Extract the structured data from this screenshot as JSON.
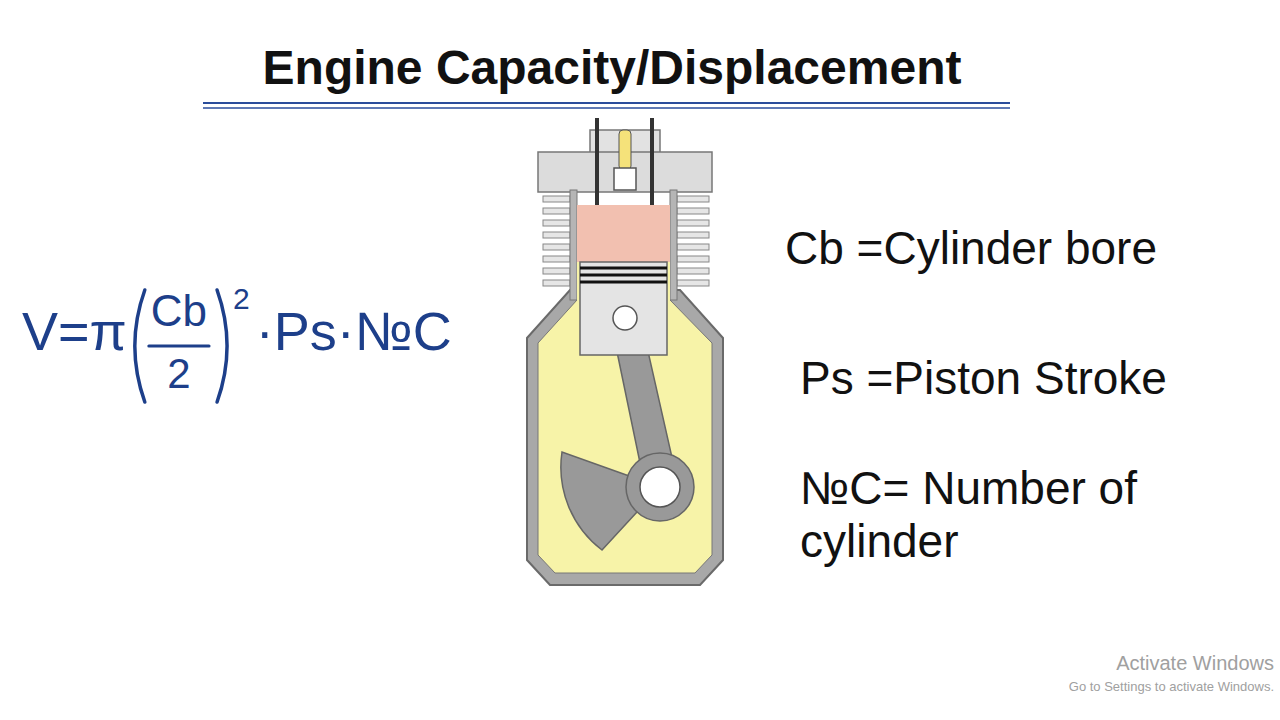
{
  "diagram": {
    "title": "Engine Capacity/Displacement",
    "labels": [
      "V=π",
      "Cb",
      "2",
      "2",
      "·Ps·№C",
      "Cb =Cylinder bore",
      "Ps =Piston Stroke",
      "№C= Number of cylinder",
      "Activate Windows",
      "Go to Settings to activate Windows."
    ]
  }
}
